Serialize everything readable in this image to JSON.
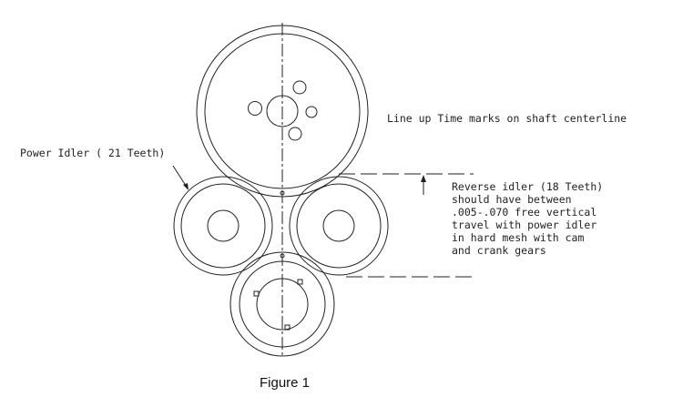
{
  "labels": {
    "timing_note": "Line up Time marks on shaft centerline",
    "power_idler": "Power Idler ( 21 Teeth)",
    "reverse_note": [
      "Reverse idler (18 Teeth)",
      "should have between",
      ".005-.070 free vertical",
      "travel with power idler",
      "in hard mesh with cam",
      "and crank gears"
    ],
    "caption": "Figure 1"
  }
}
